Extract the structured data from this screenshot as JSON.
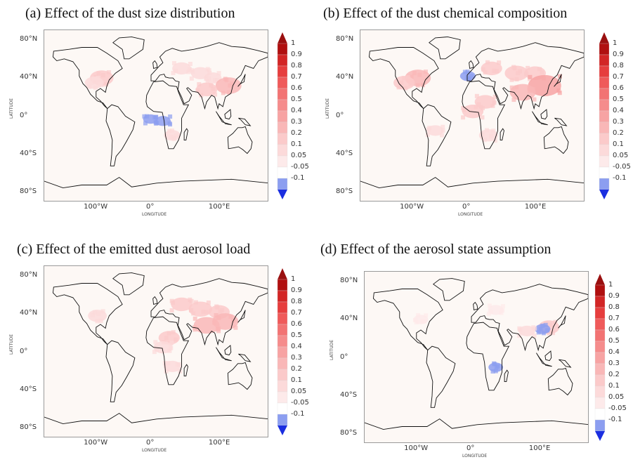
{
  "figure": {
    "panels": [
      {
        "id": "a",
        "title": "(a) Effect of the dust size distribution",
        "lat_ticks": [
          "80°N",
          "40°N",
          "0°",
          "40°S",
          "80°S"
        ],
        "lon_ticks": [
          "100°W",
          "0°",
          "100°E"
        ],
        "xlabel": "LONGITUDE",
        "ylabel": "LATITUDE",
        "hotspots": [
          {
            "lon": -88,
            "lat": 40,
            "value": 0.25
          },
          {
            "lon": -100,
            "lat": 35,
            "value": 0.15
          },
          {
            "lon": 40,
            "lat": 50,
            "value": 0.15
          },
          {
            "lon": 70,
            "lat": 45,
            "value": 0.15
          },
          {
            "lon": 90,
            "lat": 40,
            "value": 0.12
          },
          {
            "lon": 115,
            "lat": 32,
            "value": 0.3
          },
          {
            "lon": 80,
            "lat": 28,
            "value": 0.2
          },
          {
            "lon": 10,
            "lat": -5,
            "value": -0.08
          },
          {
            "lon": -10,
            "lat": -3,
            "value": -0.06
          },
          {
            "lon": 25,
            "lat": -20,
            "value": 0.1
          }
        ]
      },
      {
        "id": "b",
        "title": "(b) Effect of the dust chemical composition",
        "lat_ticks": [
          "80°N",
          "40°N",
          "0°",
          "40°S",
          "80°S"
        ],
        "lon_ticks": [
          "100°W",
          "0°",
          "100°E"
        ],
        "xlabel": "LONGITUDE",
        "ylabel": "LATITUDE",
        "hotspots": [
          {
            "lon": -88,
            "lat": 40,
            "value": 0.3
          },
          {
            "lon": -110,
            "lat": 35,
            "value": 0.2
          },
          {
            "lon": 20,
            "lat": 15,
            "value": 0.2
          },
          {
            "lon": 0,
            "lat": 5,
            "value": 0.2
          },
          {
            "lon": 30,
            "lat": 50,
            "value": 0.2
          },
          {
            "lon": 70,
            "lat": 45,
            "value": 0.25
          },
          {
            "lon": 100,
            "lat": 45,
            "value": 0.2
          },
          {
            "lon": 115,
            "lat": 32,
            "value": 0.45
          },
          {
            "lon": 80,
            "lat": 25,
            "value": 0.3
          },
          {
            "lon": -8,
            "lat": 42,
            "value": -0.08
          },
          {
            "lon": 25,
            "lat": -20,
            "value": 0.15
          },
          {
            "lon": -60,
            "lat": -15,
            "value": 0.1
          }
        ]
      },
      {
        "id": "c",
        "title": "(c) Effect of the emitted dust aerosol load",
        "lat_ticks": [
          "80°N",
          "40°N",
          "0°",
          "40°S",
          "80°S"
        ],
        "lon_ticks": [
          "100°W",
          "0°",
          "100°E"
        ],
        "xlabel": "LONGITUDE",
        "ylabel": "LATITUDE",
        "hotspots": [
          {
            "lon": -95,
            "lat": 38,
            "value": 0.15
          },
          {
            "lon": 20,
            "lat": 15,
            "value": 0.2
          },
          {
            "lon": 10,
            "lat": 5,
            "value": 0.15
          },
          {
            "lon": 40,
            "lat": 50,
            "value": 0.2
          },
          {
            "lon": 70,
            "lat": 45,
            "value": 0.25
          },
          {
            "lon": 100,
            "lat": 42,
            "value": 0.2
          },
          {
            "lon": 110,
            "lat": 32,
            "value": 0.3
          },
          {
            "lon": 80,
            "lat": 28,
            "value": 0.3
          },
          {
            "lon": 25,
            "lat": -15,
            "value": 0.12
          }
        ]
      },
      {
        "id": "d",
        "title": "(d) Effect of the aerosol state assumption",
        "lat_ticks": [
          "80°N",
          "40°N",
          "0°",
          "40°S",
          "80°S"
        ],
        "lon_ticks": [
          "100°W",
          "0°",
          "100°E"
        ],
        "xlabel": "LONGITUDE",
        "ylabel": "LATITUDE",
        "hotspots": [
          {
            "lon": 115,
            "lat": 32,
            "value": 0.2
          },
          {
            "lon": 105,
            "lat": 30,
            "value": -0.08
          },
          {
            "lon": 30,
            "lat": 50,
            "value": 0.08
          },
          {
            "lon": 80,
            "lat": 28,
            "value": 0.1
          },
          {
            "lon": -90,
            "lat": 40,
            "value": 0.06
          },
          {
            "lon": 30,
            "lat": -10,
            "value": -0.06
          }
        ]
      }
    ],
    "colorbar": {
      "labels": [
        "1",
        "0.9",
        "0.8",
        "0.7",
        "0.6",
        "0.5",
        "0.4",
        "0.3",
        "0.2",
        "0.1",
        "0.05",
        "-0.05",
        "-0.1"
      ],
      "colors": [
        "#b01010",
        "#d22626",
        "#e63e3e",
        "#ef5a5a",
        "#f27373",
        "#f58c8c",
        "#f7a3a3",
        "#f9b7b7",
        "#fbcaca",
        "#fcdada",
        "#fdeaea",
        "#ffffff",
        "#8c9ef0"
      ],
      "top_arrow_color": "#9a1010",
      "bottom_arrow_color": "#1a2ee0"
    }
  }
}
